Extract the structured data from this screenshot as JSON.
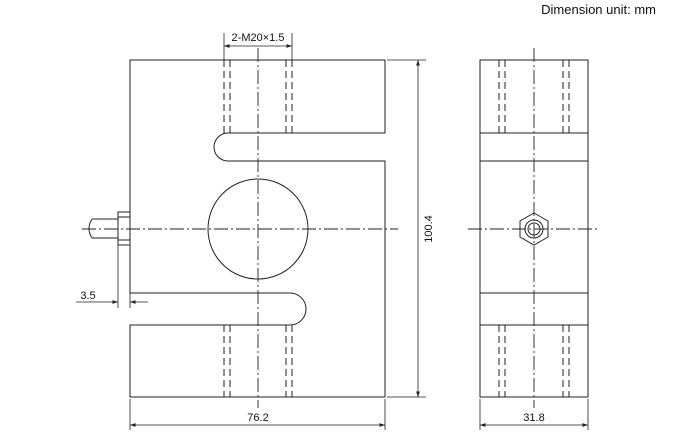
{
  "unit_label": "Dimension unit: mm",
  "dimensions": {
    "thread": "2-M20×1.5",
    "height": "100.4",
    "width": "76.2",
    "depth": "31.8",
    "slot_offset": "3.5"
  }
}
